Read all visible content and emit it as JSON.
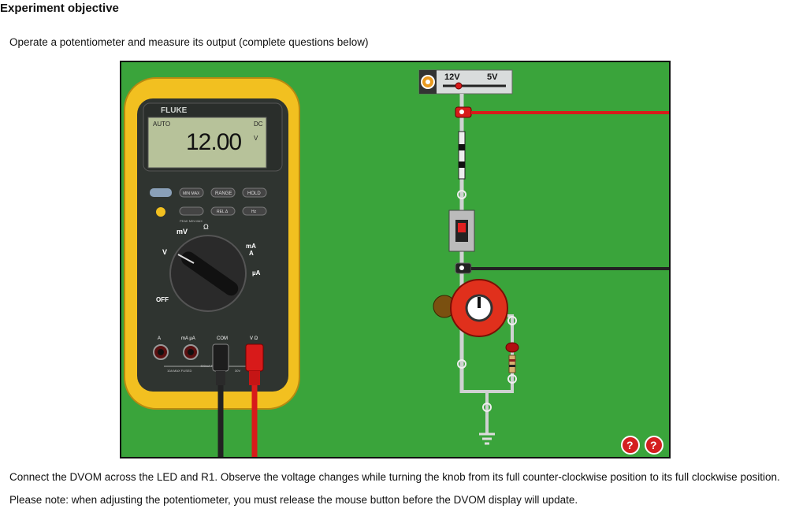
{
  "page": {
    "title": "Experiment objective",
    "objective": "Operate a potentiometer and measure its output (complete questions below)",
    "instruction": "Connect the DVOM across the LED and R1. Observe the voltage changes while turning the knob from its full counter-clockwise position to its full clockwise position.",
    "note": "Please note: when adjusting the potentiometer, you must release the mouse button before the DVOM display will update."
  },
  "meter": {
    "brand": "FLUKE",
    "mode": "AUTO",
    "reading": "12.00",
    "coupling": "DC",
    "unit": "V",
    "buttons": [
      "MIN MAX",
      "RANGE",
      "HOLD",
      "REL Δ",
      "Hz"
    ],
    "small_label": "PEAK MIN MAX",
    "dial_labels": {
      "mv": "mV",
      "ohm": "Ω",
      "v": "V",
      "ma": "mA",
      "ma_unit": "A",
      "ua": "µA",
      "off": "OFF"
    },
    "jacks": [
      "A",
      "mA µA",
      "COM",
      "V Ω"
    ],
    "jack_notes": [
      "10A MAX FUSED",
      "400mA FUSED",
      "30V"
    ]
  },
  "switch": {
    "left": "12V",
    "right": "5V",
    "value_position": 0.25
  },
  "colors": {
    "board": "#3aa43b",
    "meter_body": "#f2c020",
    "wire_red": "#d81a1a",
    "wire_black": "#222222",
    "help": "#d42020"
  },
  "help": {
    "icon1": "?",
    "icon2": "?"
  }
}
